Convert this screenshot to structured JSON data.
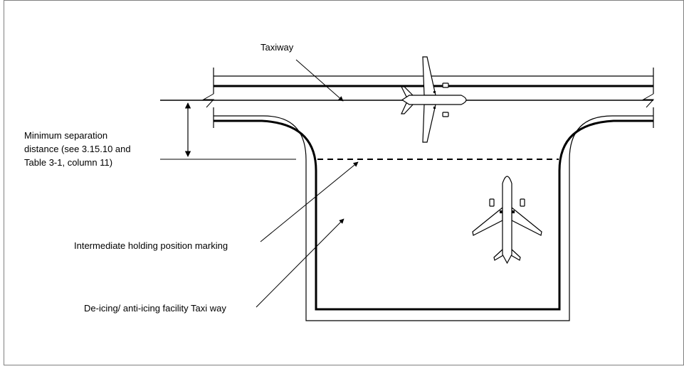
{
  "labels": {
    "taxiway": "Taxiway",
    "min_sep_line1": "Minimum separation",
    "min_sep_line2": "distance (see 3.15.10 and",
    "min_sep_line3": "Table 3-1, column 11)",
    "holding_marking": "Intermediate holding position marking",
    "deicing_facility": "De-icing/ anti-icing facility Taxi way"
  },
  "colors": {
    "line": "#000000",
    "background": "#ffffff",
    "border": "#808080"
  }
}
